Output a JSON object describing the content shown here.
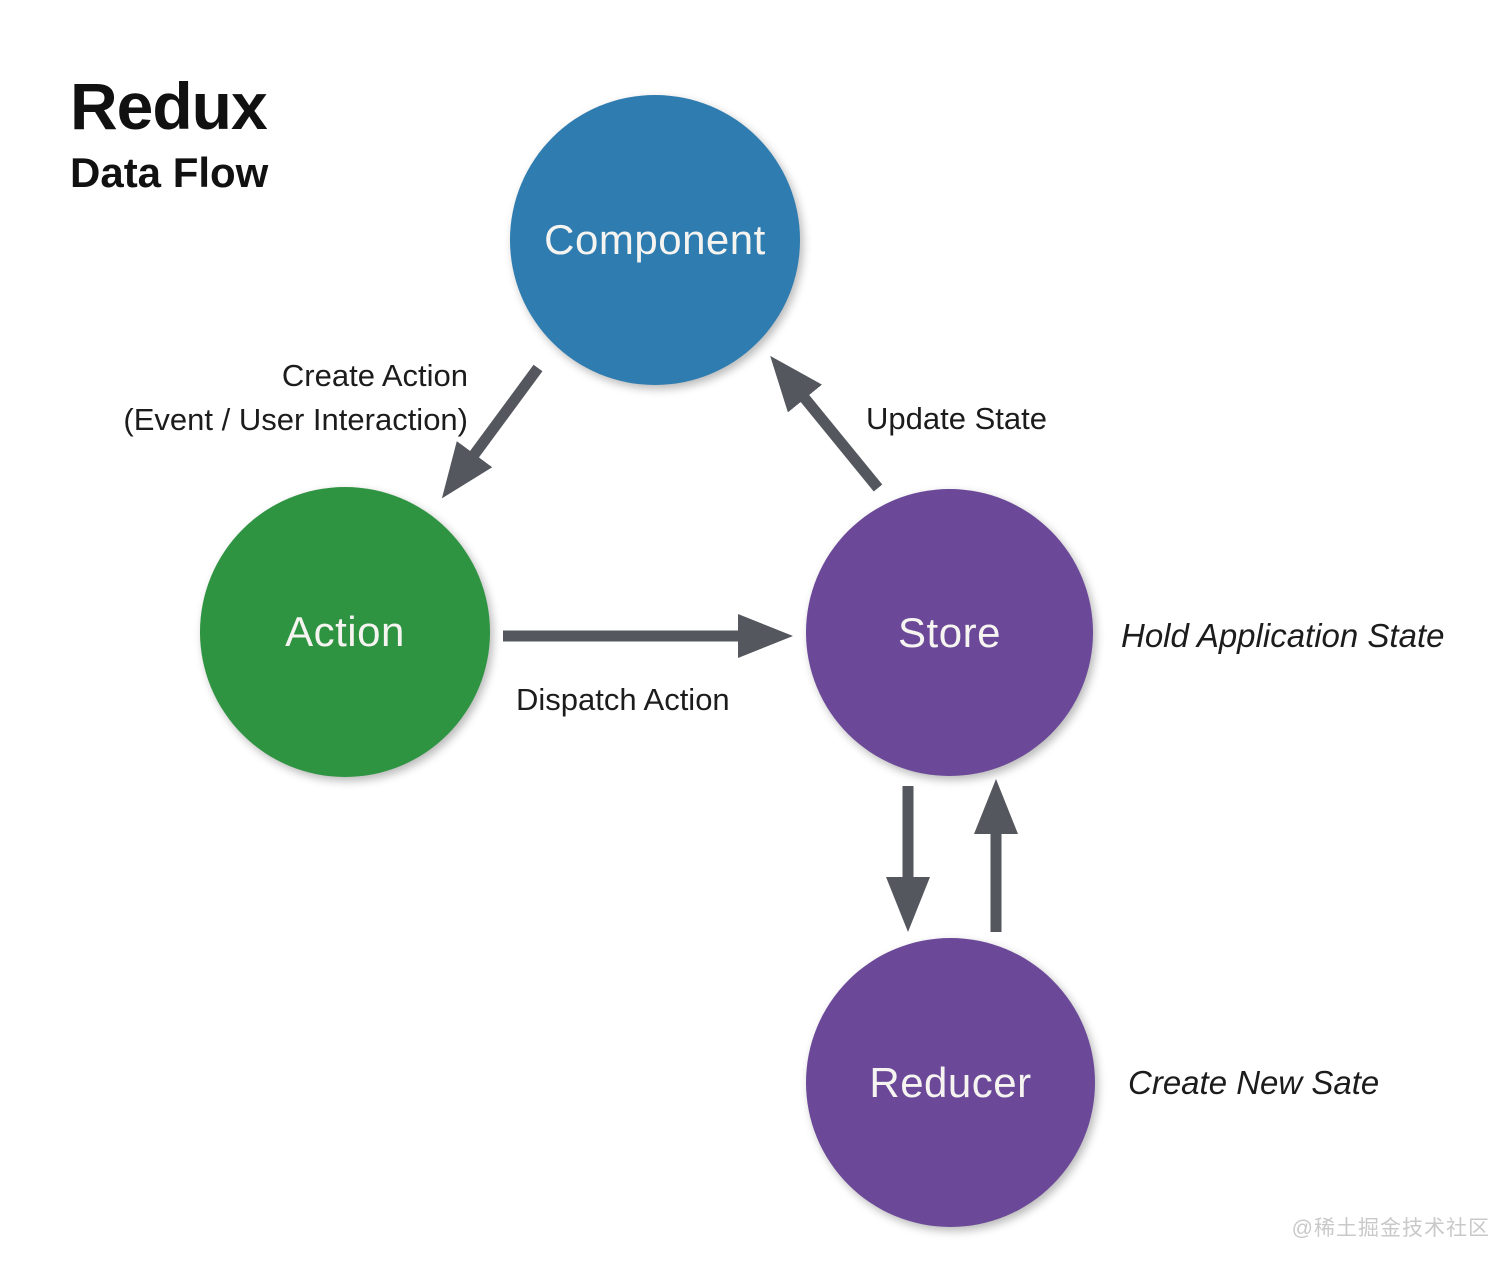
{
  "title": {
    "main": "Redux",
    "subtitle": "Data Flow"
  },
  "nodes": {
    "component": {
      "label": "Component",
      "color": "#2e7cb0"
    },
    "action": {
      "label": "Action",
      "color": "#2f9442"
    },
    "store": {
      "label": "Store",
      "color": "#6b4898",
      "annotation": "Hold Application State"
    },
    "reducer": {
      "label": "Reducer",
      "color": "#6b4898",
      "annotation": "Create New Sate"
    }
  },
  "edges": {
    "create_action": {
      "line1": "Create Action",
      "line2": "(Event / User Interaction)",
      "from": "Component",
      "to": "Action"
    },
    "dispatch_action": {
      "label": "Dispatch Action",
      "from": "Action",
      "to": "Store"
    },
    "update_state": {
      "label": "Update State",
      "from": "Store",
      "to": "Component"
    },
    "store_to_reducer": {
      "from": "Store",
      "to": "Reducer"
    },
    "reducer_to_store": {
      "from": "Reducer",
      "to": "Store"
    }
  },
  "watermark": "@稀土掘金技术社区",
  "colors": {
    "background": "#ffffff",
    "arrow": "#54575e",
    "label_text": "#1c1c1c",
    "node_text": "#f6f4f1",
    "watermark": "#c9c9c9"
  }
}
